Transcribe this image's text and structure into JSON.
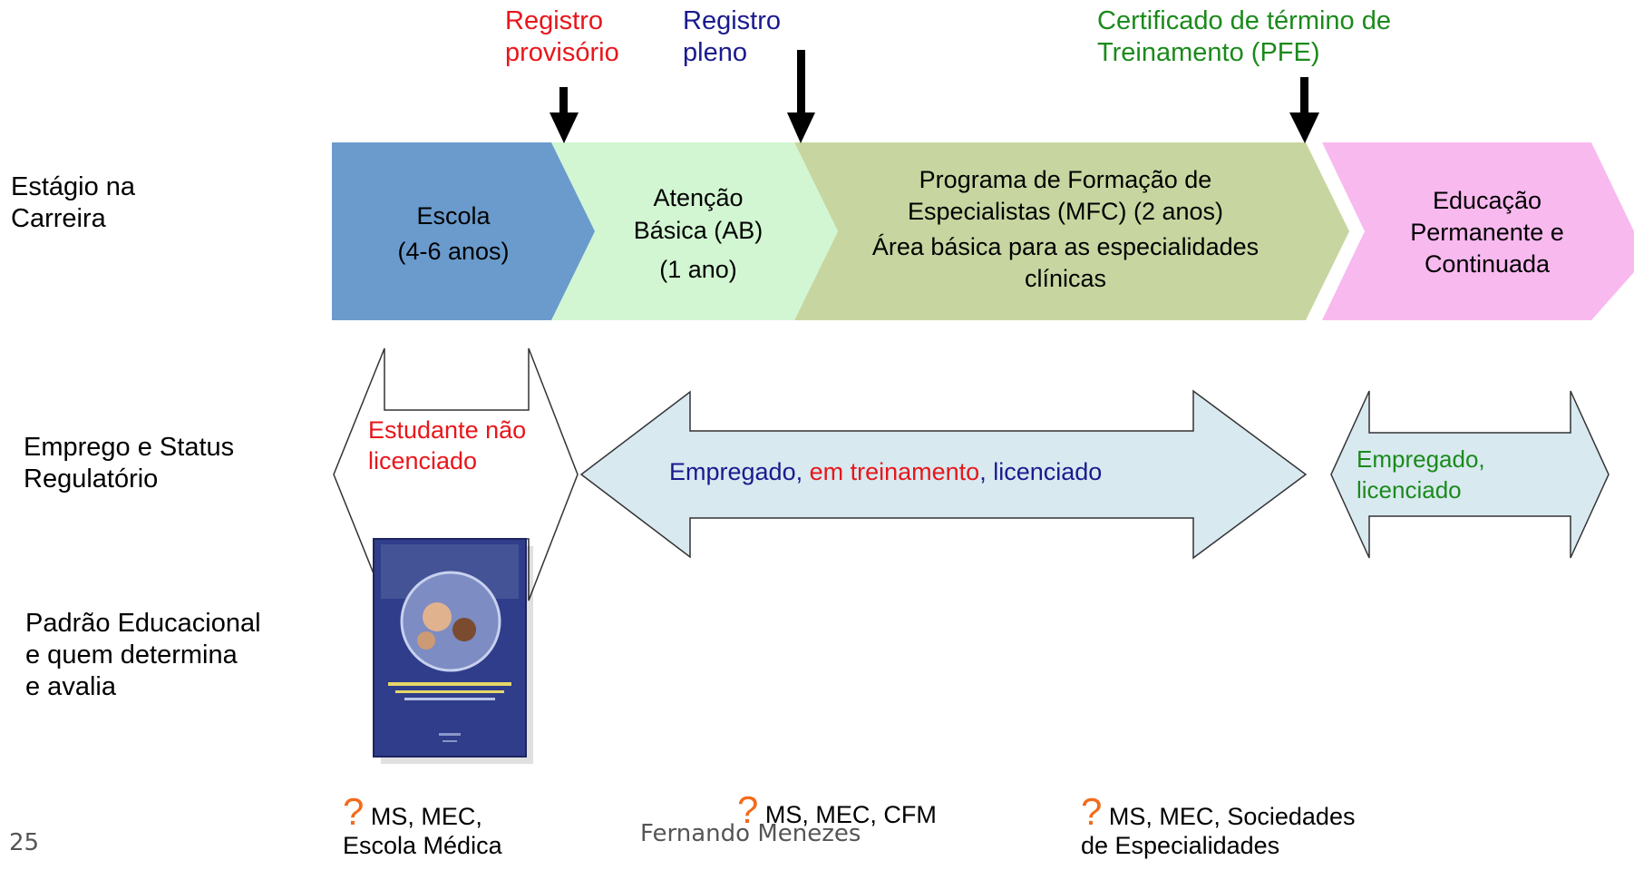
{
  "colors": {
    "red": "#e8161b",
    "navy": "#1a1a8f",
    "green": "#1b8a1b",
    "orange": "#f26b1d",
    "escola": "#6a9bcc",
    "atencao": "#d2f6d2",
    "programa": "#c7d6a0",
    "educacao": "#f8b9ef",
    "arrow_fill": "#d8e9f0"
  },
  "milestones": {
    "provisorio": [
      "Registro",
      "provisório"
    ],
    "pleno": [
      "Registro",
      "pleno"
    ],
    "certificado": [
      "Certificado de término de",
      "Treinamento (PFE)"
    ]
  },
  "rows": {
    "carreira": [
      "Estágio na",
      "Carreira"
    ],
    "emprego": [
      "Emprego e Status",
      "Regulatório"
    ],
    "padrao": [
      "Padrão Educacional",
      "e quem determina",
      "e avalia"
    ]
  },
  "stages": {
    "escola": [
      "Escola",
      "(4-6 anos)"
    ],
    "atencao": [
      "Atenção",
      "Básica (AB)",
      "(1 ano)"
    ],
    "programa": [
      "Programa de Formação de",
      "Especialistas (MFC)  (2 anos)",
      "Área básica para as especialidades",
      "clínicas"
    ],
    "educacao": [
      "Educação",
      "Permanente e",
      "Continuada"
    ]
  },
  "status": {
    "estudante": [
      "Estudante não",
      "licenciado"
    ],
    "empregado_a": "Empregado,",
    "em_treinamento": " em treinamento",
    "comma": ",",
    "licenciado": " licenciado",
    "empregado_lic": [
      "Empregado,",
      "licenciado"
    ]
  },
  "bodies": {
    "escola": {
      "q": "?",
      "lines": [
        " MS, MEC,",
        "Escola Médica"
      ]
    },
    "cfm": {
      "q": "?",
      "lines": [
        " MS, MEC, CFM"
      ]
    },
    "soc": {
      "q": "?",
      "lines": [
        " MS, MEC, Sociedades",
        "de Especialidades"
      ]
    }
  },
  "footer": {
    "page": "25",
    "author": "Fernando Menezes"
  }
}
